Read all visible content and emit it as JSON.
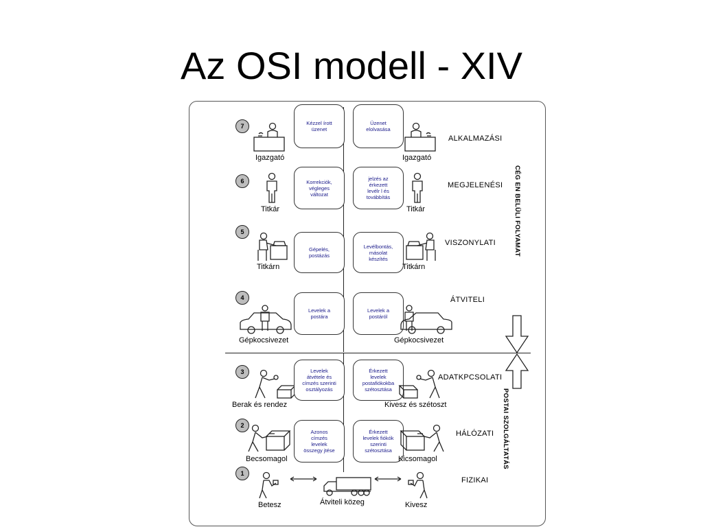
{
  "slide": {
    "title": "Az OSI modell - XIV"
  },
  "diagram": {
    "layers": [
      {
        "number": "7",
        "name": "ALKALMAZÁSI",
        "left_person": "Igazgató",
        "left_box": "Kézzel írott\nüzenet",
        "right_box": "Üzenet\nelolvasása",
        "right_person": "Igazgató"
      },
      {
        "number": "6",
        "name": "MEGJELENÉSI",
        "left_person": "Titkár",
        "left_box": "Korrekciók,\nvégleges\nváltozat",
        "right_box": "jelzés az\nérkezett\nlevélr l és\ntovábbítás",
        "right_person": "Titkár"
      },
      {
        "number": "5",
        "name": "VISZONYLATI",
        "left_person": "Titkárn",
        "left_box": "Gépelés,\npostázás",
        "right_box": "Levélbontás,\nmásolat\nkészítés",
        "right_person": "Titkárn"
      },
      {
        "number": "4",
        "name": "ÁTVITELI",
        "left_person": "Gépkocsivezet",
        "left_box": "Levelek a\npostára",
        "right_box": "Levelek a\npostáról",
        "right_person": "Gépkocsivezet"
      },
      {
        "number": "3",
        "name": "ADATKPCSOLATI",
        "left_person": "Berak és rendez",
        "left_box": "Levelek\nátvétele és\ncímzés szerinti\nosztályozás",
        "right_box": "Érkezett\nlevelek\npostafiókokba\nszétosztása",
        "right_person": "Kivesz és szétoszt"
      },
      {
        "number": "2",
        "name": "HÁLÓZATI",
        "left_person": "Becsomagol",
        "left_box": "Azonos\ncímzés\nlevelek\nösszegy jtése",
        "right_box": "Érkezett\nlevelek fiókók\nszerinti\nszétosztása",
        "right_person": "Kicsomagol"
      },
      {
        "number": "1",
        "name": "FIZIKAI",
        "left_person": "Betesz",
        "center_label": "Átviteli közeg",
        "right_person": "Kivesz"
      }
    ],
    "side_labels": {
      "upper": "CÉG EN BELÜLI FOLYAMAT",
      "lower": "POSTAI SZOLGÁLTATÁS"
    }
  }
}
